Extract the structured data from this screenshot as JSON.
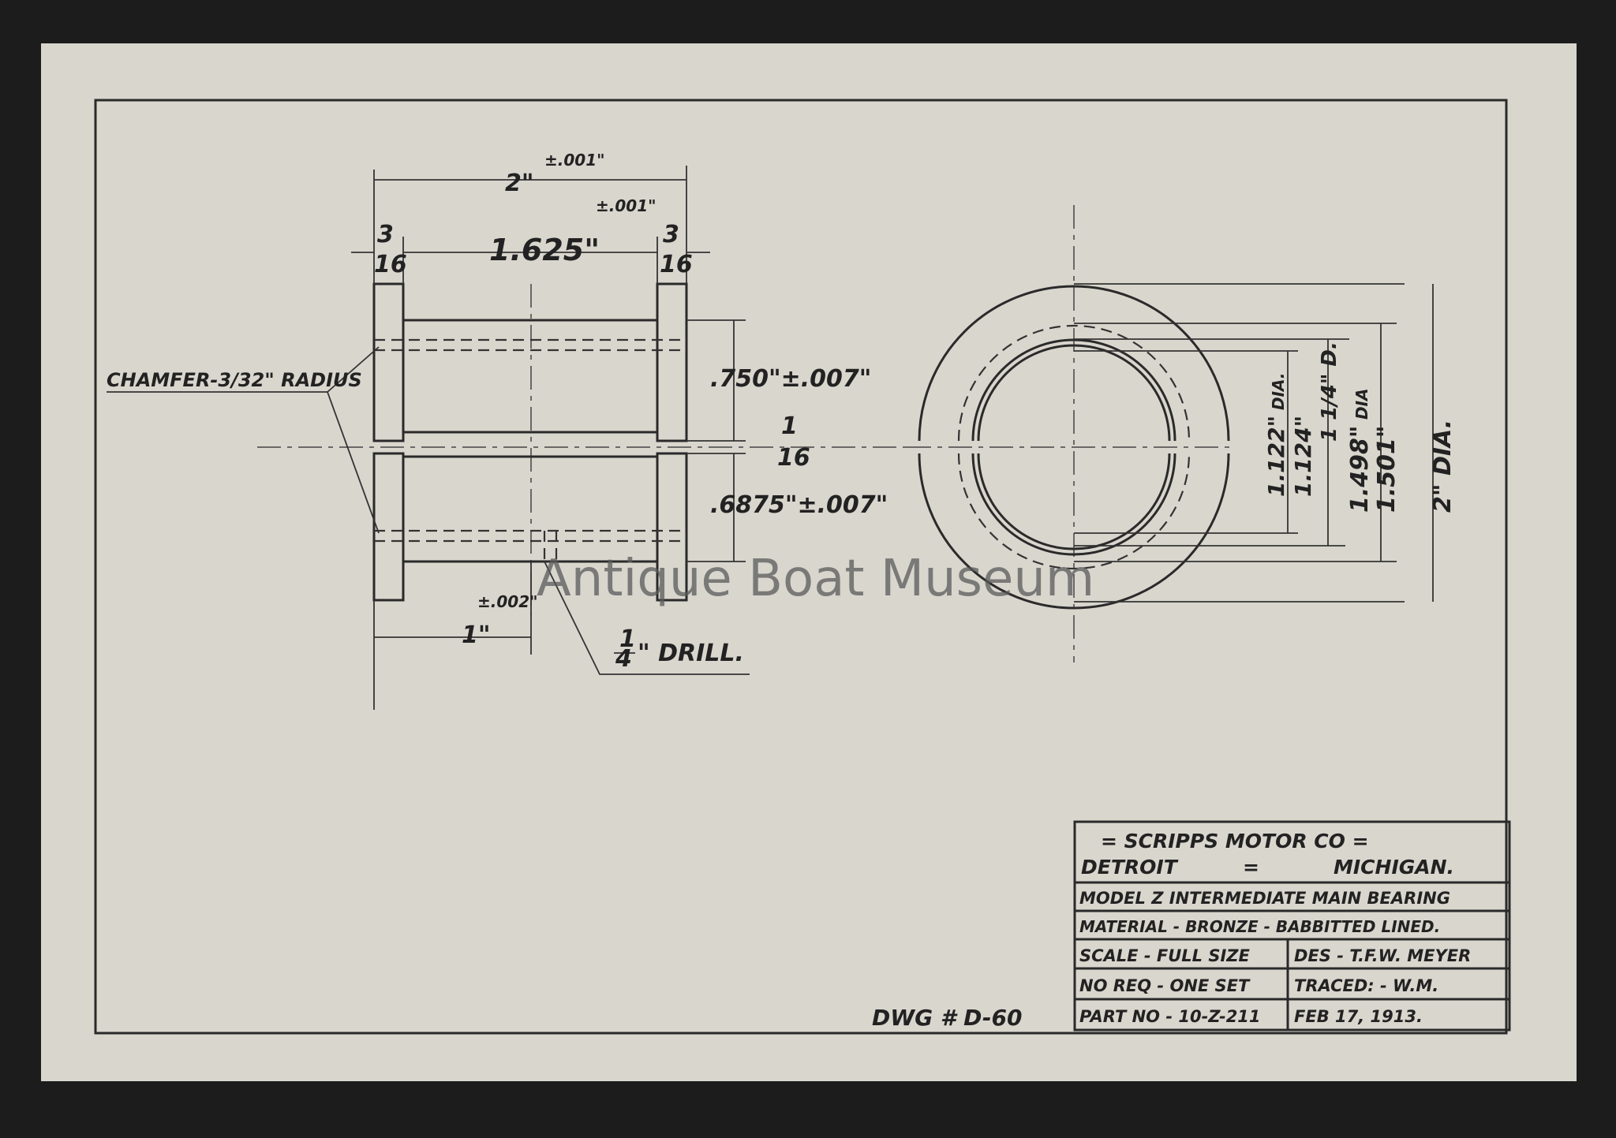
{
  "watermark": "Antique Boat Museum",
  "drawing_number": "DWG # D-60",
  "side_view": {
    "overall_length": "2\"",
    "overall_tolerance": "±.001\"",
    "flange_left": {
      "num": "3",
      "den": "16",
      "unit": "\""
    },
    "flange_right": {
      "num": "3",
      "den": "16",
      "unit": "\""
    },
    "body_length": "1.625\"",
    "body_tolerance": "±.001\"",
    "upper_height": ".750\"±.007\"",
    "split_gap": {
      "num": "1",
      "den": "16",
      "unit": "\""
    },
    "lower_height": ".6875\"±.007\"",
    "chamfer": "CHAMFER-3/32\" RADIUS",
    "hole_offset": "1\"",
    "hole_offset_tolerance": "±.002\"",
    "drill": {
      "num": "1",
      "den": "4",
      "label": "\" DRILL."
    }
  },
  "end_view": {
    "bore_min": "1.122\"",
    "bore_max": "1.124\"",
    "bore_label": "DIA.",
    "lining_dia": "1 1/4\" D.",
    "outer_min": "1.498\"",
    "outer_max": "1.501\"",
    "outer_label": "DIA",
    "flange_dia": "2\" DIA."
  },
  "title_block": {
    "company": "= SCRIPPS MOTOR CO =",
    "city": "DETROIT",
    "separator": "=",
    "state": "MICHIGAN.",
    "title": "MODEL Z INTERMEDIATE MAIN BEARING",
    "material": "MATERIAL - BRONZE - BABBITTED LINED.",
    "scale": "SCALE - FULL SIZE",
    "designer": "DES - T.F.W. MEYER",
    "quantity": "NO REQ - ONE SET",
    "traced": "TRACED: - W.M.",
    "part_no": "PART NO - 10-Z-211",
    "date": "FEB 17, 1913."
  },
  "colors": {
    "paper": "#d9d6ce",
    "ink": "#2a2a2a",
    "background": "#1c1c1c"
  }
}
